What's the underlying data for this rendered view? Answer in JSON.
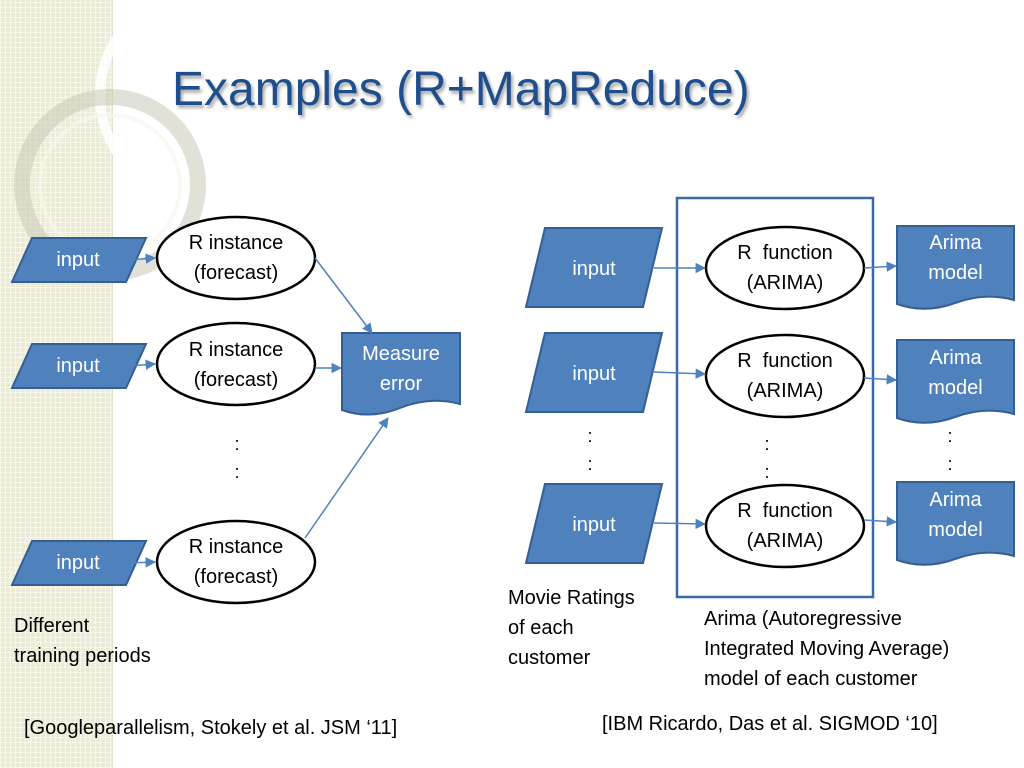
{
  "title": "Examples (R+MapReduce)",
  "colors": {
    "title": "#1f4e8c",
    "shape_fill": "#4f81bd",
    "shape_stroke": "#355f92",
    "arrow": "#4f81bd",
    "frame": "#3a6aa6"
  },
  "left": {
    "inputs": [
      "input",
      "input",
      "input"
    ],
    "r_instances": [
      {
        "line1": "R instance",
        "line2": "(forecast)"
      },
      {
        "line1": "R instance",
        "line2": "(forecast)"
      },
      {
        "line1": "R instance",
        "line2": "(forecast)"
      }
    ],
    "measure": {
      "line1": "Measure",
      "line2": "error"
    },
    "ellipsis": ":",
    "caption_line1": "Different",
    "caption_line2": "training periods",
    "citation": "[Googleparallelism, Stokely et al. JSM ‘11]"
  },
  "right": {
    "inputs": [
      "input",
      "input",
      "input"
    ],
    "r_functions": [
      {
        "line1": "R  function",
        "line2": "(ARIMA)"
      },
      {
        "line1": "R  function",
        "line2": "(ARIMA)"
      },
      {
        "line1": "R  function",
        "line2": "(ARIMA)"
      }
    ],
    "models": [
      {
        "line1": "Arima",
        "line2": "model"
      },
      {
        "line1": "Arima",
        "line2": "model"
      },
      {
        "line1": "Arima",
        "line2": "model"
      }
    ],
    "ellipsis": ":",
    "input_caption": [
      "Movie Ratings",
      "of each",
      "customer"
    ],
    "model_caption": [
      "Arima (Autoregressive",
      "Integrated Moving Average)",
      "model of each customer"
    ],
    "citation": "[IBM Ricardo, Das et al. SIGMOD ‘10]"
  }
}
